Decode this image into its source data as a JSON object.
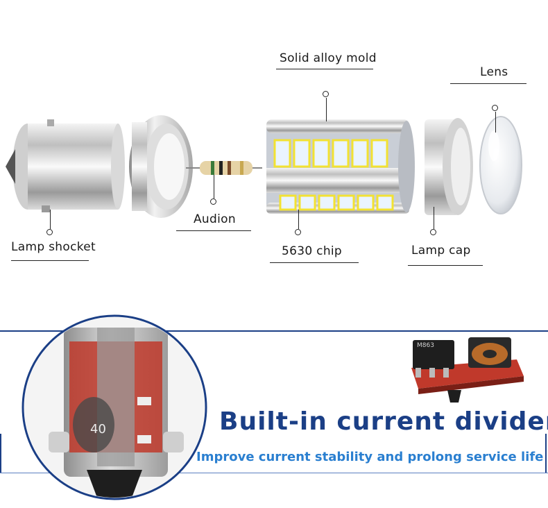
{
  "labels": {
    "solid_alloy_mold": "Solid alloy mold",
    "lens": "Lens",
    "audion": "Audion",
    "lamp_shocket": "Lamp shocket",
    "chip": "5630 chip",
    "lamp_cap": "Lamp cap"
  },
  "banner": {
    "headline": "Built-in current divider",
    "subline": "Improve current stability and prolong service life",
    "component_marking": "M863",
    "chip_marking": "40"
  },
  "colors": {
    "headline": "#1b3f86",
    "subline": "#2a7fd0",
    "led_yellow": "#f2e233",
    "led_white": "#eaf4ff",
    "pcb_red": "#c0392b"
  }
}
